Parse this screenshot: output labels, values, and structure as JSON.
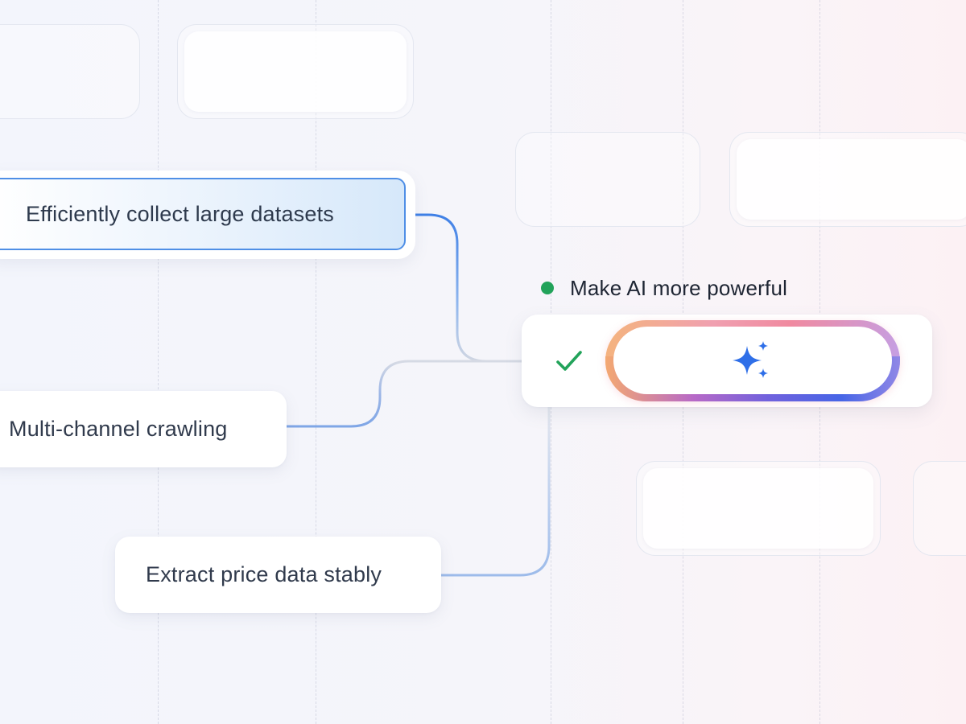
{
  "goal": {
    "label": "Make AI more powerful",
    "status_color": "#22a35a"
  },
  "nodes": {
    "collect": {
      "label": "Efficiently collect large datasets",
      "state": "selected"
    },
    "crawling": {
      "label": "Multi-channel crawling"
    },
    "price": {
      "label": "Extract price data stably"
    }
  },
  "ai_action": {
    "status_icon": "check-icon",
    "icon": "sparkle-icon"
  },
  "colors": {
    "accent_blue": "#4f8fe6",
    "check_green": "#22a35a",
    "sparkle_blue": "#2f6fe8"
  }
}
